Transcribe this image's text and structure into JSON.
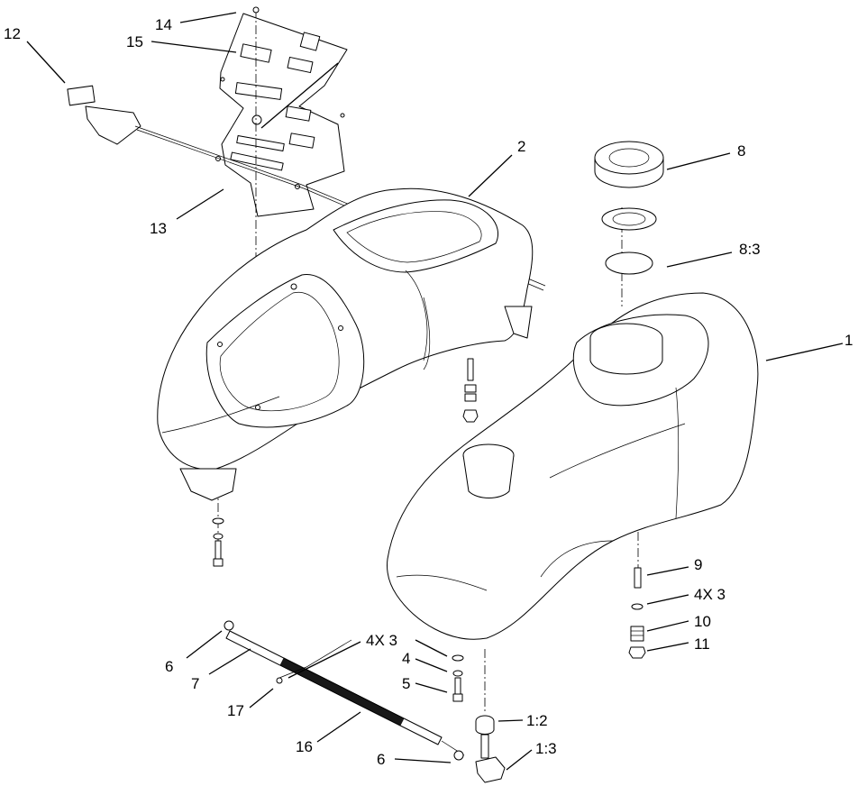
{
  "callouts": [
    {
      "id": "c14",
      "text": "14"
    },
    {
      "id": "c15",
      "text": "15"
    },
    {
      "id": "c12",
      "text": "12"
    },
    {
      "id": "c13",
      "text": "13"
    },
    {
      "id": "c2",
      "text": "2"
    },
    {
      "id": "c8",
      "text": "8"
    },
    {
      "id": "c83",
      "text": "8:3"
    },
    {
      "id": "c1",
      "text": "1"
    },
    {
      "id": "c9",
      "text": "9"
    },
    {
      "id": "c4x3r",
      "text": "4X 3"
    },
    {
      "id": "c10",
      "text": "10"
    },
    {
      "id": "c11",
      "text": "11"
    },
    {
      "id": "c4x3l",
      "text": "4X 3"
    },
    {
      "id": "c4",
      "text": "4"
    },
    {
      "id": "c5",
      "text": "5"
    },
    {
      "id": "c6a",
      "text": "6"
    },
    {
      "id": "c7",
      "text": "7"
    },
    {
      "id": "c17",
      "text": "17"
    },
    {
      "id": "c16",
      "text": "16"
    },
    {
      "id": "c12b",
      "text": "1:2"
    },
    {
      "id": "c13b",
      "text": "1:3"
    },
    {
      "id": "c6b",
      "text": "6"
    }
  ]
}
